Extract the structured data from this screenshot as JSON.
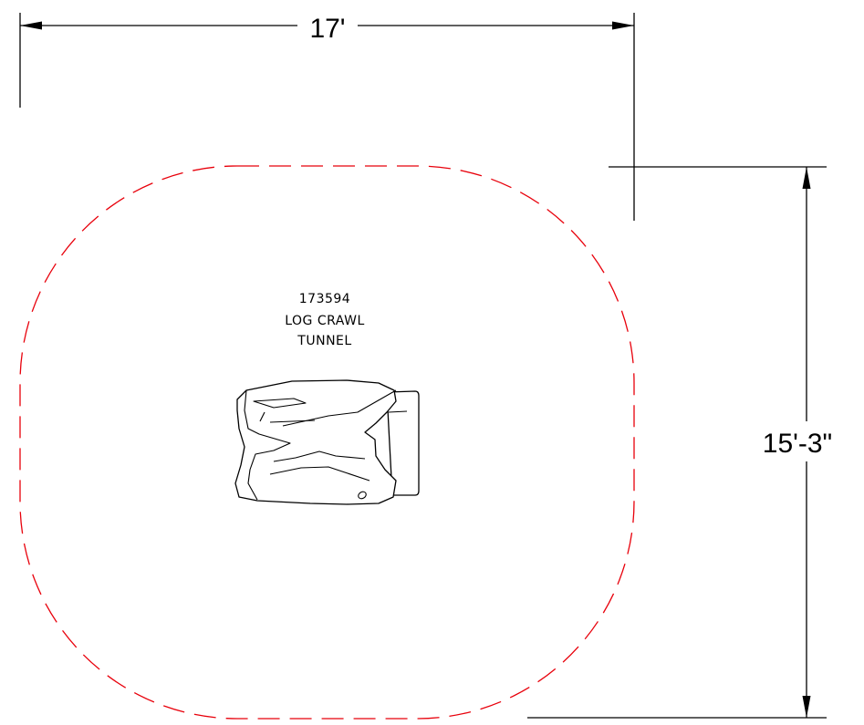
{
  "dimensions": {
    "width": "17'",
    "height": "15'-3\""
  },
  "component": {
    "part_number": "173594",
    "name_line1": "LOG CRAWL",
    "name_line2": "TUNNEL"
  },
  "colors": {
    "use_zone": "#e8000b",
    "linework": "#000000",
    "background": "#ffffff"
  }
}
